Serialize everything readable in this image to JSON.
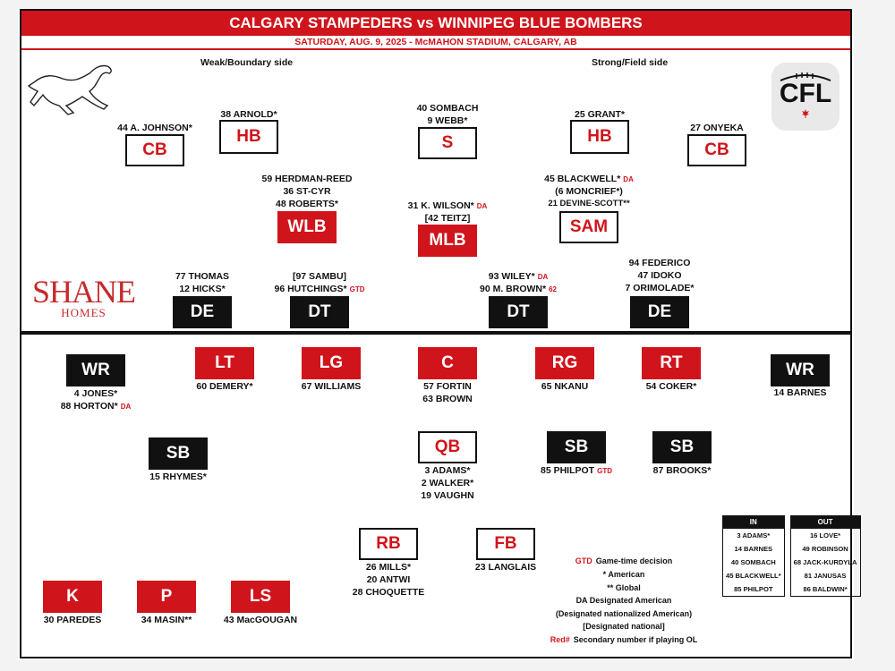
{
  "header": {
    "title": "CALGARY STAMPEDERS vs WINNIPEG BLUE BOMBERS",
    "subtitle": "SATURDAY, AUG. 9, 2025 - McMAHON STADIUM, CALGARY, AB"
  },
  "sides": {
    "left": "Weak/Boundary side",
    "right": "Strong/Field side"
  },
  "logos": {
    "cfl": "CFL",
    "sponsor_main": "SHANE",
    "sponsor_sub": "HOMES",
    "team": "stampeder-horse-icon"
  },
  "defense": {
    "cb_left": {
      "pos": "CB",
      "l1": "44 A. JOHNSON*"
    },
    "hb_left": {
      "pos": "HB",
      "l1": "38 ARNOLD*"
    },
    "s": {
      "pos": "S",
      "l1": "40 SOMBACH",
      "l2": "9 WEBB*"
    },
    "hb_right": {
      "pos": "HB",
      "l1": "25 GRANT*"
    },
    "cb_right": {
      "pos": "CB",
      "l1": "27 ONYEKA"
    },
    "wlb": {
      "pos": "WLB",
      "l1": "59 HERDMAN-REED",
      "l2": "36 ST-CYR",
      "l3": "48 ROBERTS*"
    },
    "mlb": {
      "pos": "MLB",
      "l1": "31 K. WILSON*",
      "l1_tag": "DA",
      "l2": "[42 TEITZ]"
    },
    "sam": {
      "pos": "SAM",
      "l1": "45 BLACKWELL*",
      "l1_tag": "DA",
      "l2": "(6 MONCRIEF*)",
      "l3": "21 DEVINE-SCOTT**"
    },
    "de_left": {
      "pos": "DE",
      "l1": "77 THOMAS",
      "l2": "12 HICKS*"
    },
    "dt_left": {
      "pos": "DT",
      "l1": "[97 SAMBU]",
      "l2": "96 HUTCHINGS*",
      "l2_tag": "GTD"
    },
    "dt_right": {
      "pos": "DT",
      "l1": "93 WILEY*",
      "l1_tag": "DA",
      "l2": "90 M. BROWN*",
      "l2_tag": "62"
    },
    "de_right": {
      "pos": "DE",
      "l1": "94 FEDERICO",
      "l2": "47 IDOKO",
      "l3": "7 ORIMOLADE*"
    }
  },
  "offense": {
    "wr_left": {
      "pos": "WR",
      "l1": "4 JONES*",
      "l2": "88 HORTON*",
      "l2_tag": "DA"
    },
    "lt": {
      "pos": "LT",
      "l1": "60 DEMERY*"
    },
    "lg": {
      "pos": "LG",
      "l1": "67 WILLIAMS"
    },
    "c": {
      "pos": "C",
      "l1": "57 FORTIN",
      "l2": "63 BROWN"
    },
    "rg": {
      "pos": "RG",
      "l1": "65 NKANU"
    },
    "rt": {
      "pos": "RT",
      "l1": "54 COKER*"
    },
    "wr_right": {
      "pos": "WR",
      "l1": "14 BARNES"
    },
    "sb_left": {
      "pos": "SB",
      "l1": "15 RHYMES*"
    },
    "qb": {
      "pos": "QB",
      "l1": "3 ADAMS*",
      "l2": "2 WALKER*",
      "l3": "19 VAUGHN"
    },
    "sb_mid": {
      "pos": "SB",
      "l1": "85 PHILPOT",
      "l1_tag": "GTD"
    },
    "sb_right": {
      "pos": "SB",
      "l1": "87 BROOKS*"
    },
    "rb": {
      "pos": "RB",
      "l1": "26 MILLS*",
      "l2": "20 ANTWI",
      "l3": "28 CHOQUETTE"
    },
    "fb": {
      "pos": "FB",
      "l1": "23 LANGLAIS"
    }
  },
  "special": {
    "k": {
      "pos": "K",
      "l1": "30 PAREDES"
    },
    "p": {
      "pos": "P",
      "l1": "34 MASIN**"
    },
    "ls": {
      "pos": "LS",
      "l1": "43 MacGOUGAN"
    }
  },
  "legend": {
    "gtd_code": "GTD",
    "gtd_text": "Game-time decision",
    "american": "* American",
    "global": "** Global",
    "da": "DA Designated American",
    "dna": "(Designated nationalized American)",
    "dn": "[Designated national]",
    "red_code": "Red#",
    "red_text": "Secondary number if playing OL"
  },
  "inout": {
    "in_header": "IN",
    "out_header": "OUT",
    "rows": [
      {
        "in": "3 ADAMS*",
        "out": "16 LOVE*"
      },
      {
        "in": "14 BARNES",
        "out": "49 ROBINSON"
      },
      {
        "in": "40 SOMBACH",
        "out": "68 JACK-KURDYLA"
      },
      {
        "in": "45 BLACKWELL*",
        "out": "81 JANUSAS"
      },
      {
        "in": "85 PHILPOT",
        "out": "86 BALDWIN*"
      }
    ]
  }
}
